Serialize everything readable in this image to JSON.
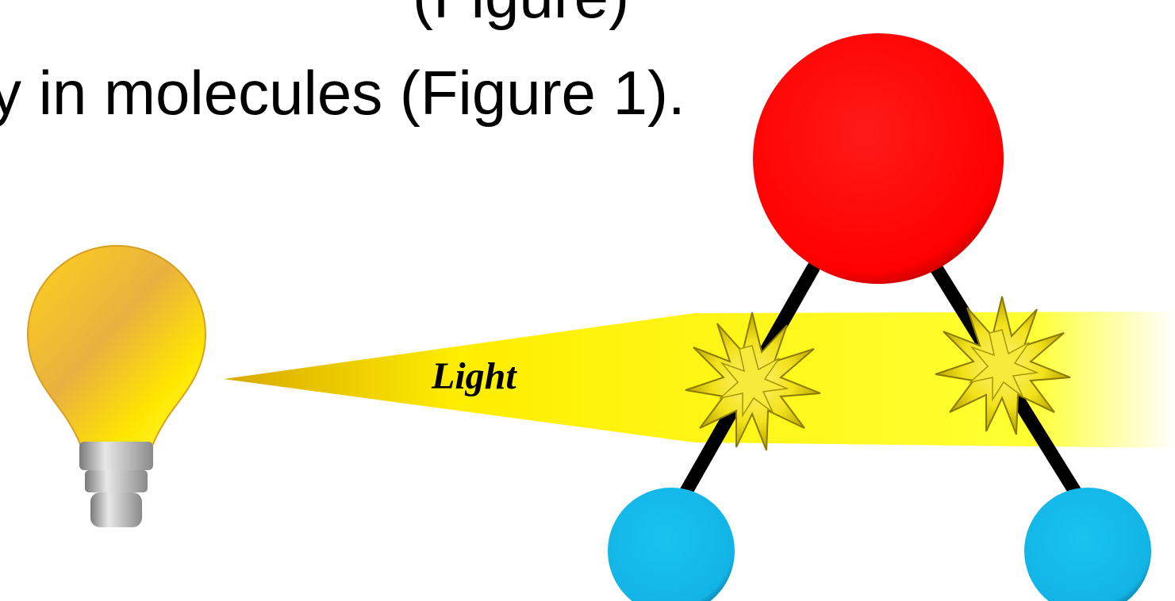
{
  "caption": {
    "top_line_fragment": "(Figure)",
    "main_line": "y in molecules (Figure 1)."
  },
  "diagram": {
    "light_label": "Light",
    "icons": {
      "lamp": "light-bulb-icon",
      "burst": "starburst-icon"
    },
    "colors": {
      "beam": "#ffff1a",
      "bulb": "#f5b820",
      "central_atom": "#ff0000",
      "outer_atom": "#12b8ea",
      "bond": "#000000",
      "burst": "#f4e61e"
    }
  }
}
